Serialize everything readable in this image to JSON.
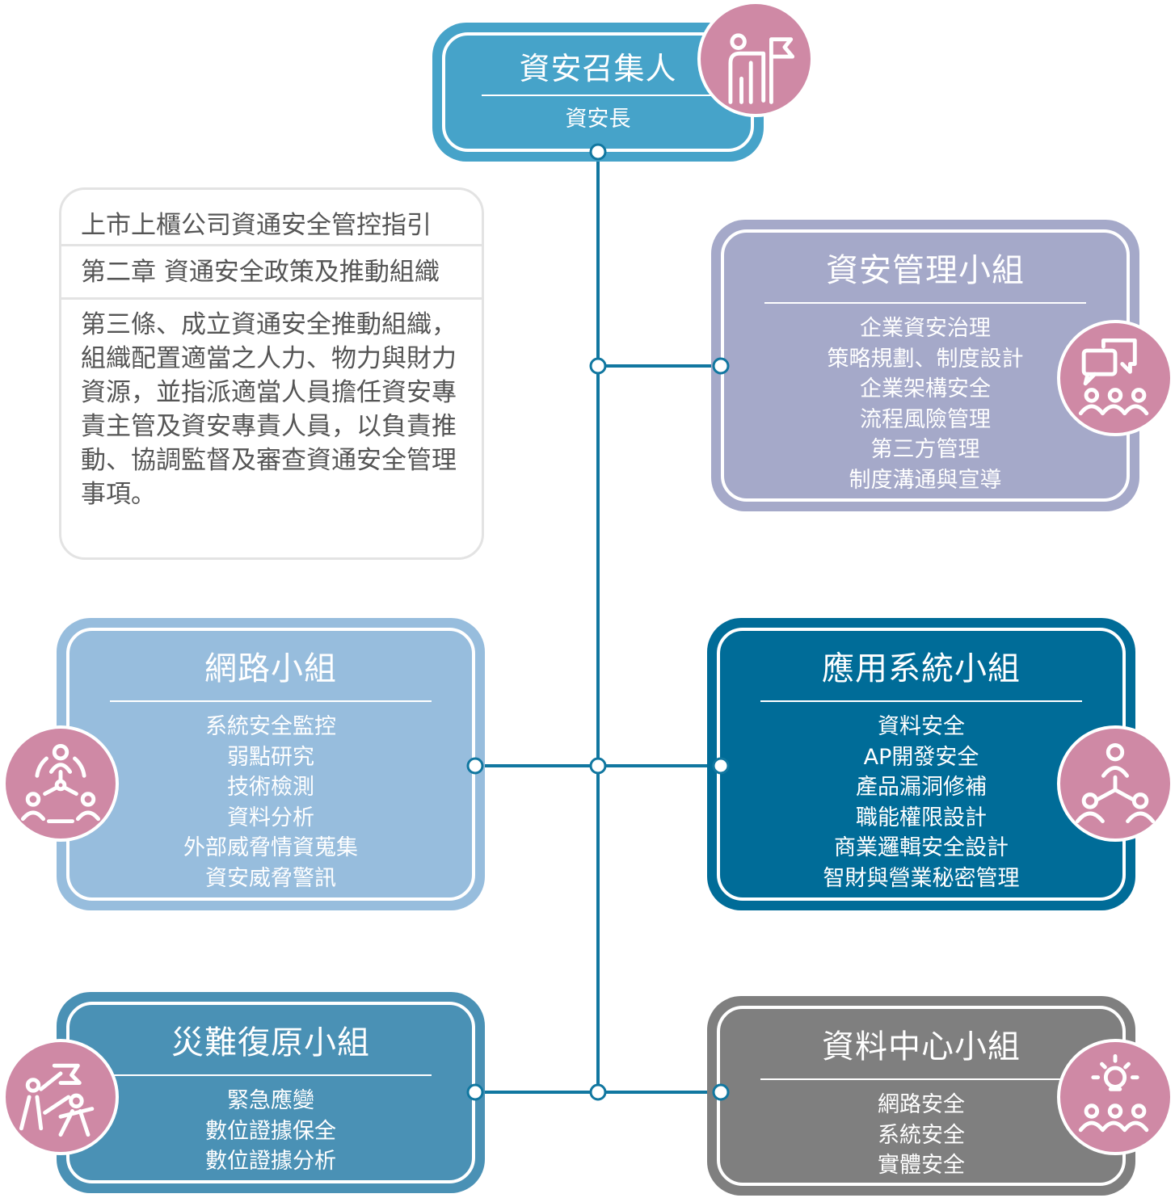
{
  "convener": {
    "title": "資安召集人",
    "subtitle": "資安長"
  },
  "guideline": {
    "title": "上市上櫃公司資通安全管控指引",
    "chapter": "第二章 資通安全政策及推動組織",
    "article": "第三條、成立資通安全推動組織，組織配置適當之人力、物力與財力資源，並指派適當人員擔任資安專責主管及資安專責人員，以負責推動、協調監督及審查資通安全管理事項。"
  },
  "groups": {
    "management": {
      "title": "資安管理小組",
      "items": [
        "企業資安治理",
        "策略規劃、制度設計",
        "企業架構安全",
        "流程風險管理",
        "第三方管理",
        "制度溝通與宣導"
      ],
      "color": "#a5a9c9"
    },
    "network": {
      "title": "網路小組",
      "items": [
        "系統安全監控",
        "弱點研究",
        "技術檢測",
        "資料分析",
        "外部威脅情資蒐集",
        "資安威脅警訊"
      ],
      "color": "#97bddd"
    },
    "application": {
      "title": "應用系統小組",
      "items": [
        "資料安全",
        "AP開發安全",
        "產品漏洞修補",
        "職能權限設計",
        "商業邏輯安全設計",
        "智財與營業秘密管理"
      ],
      "color": "#006c98"
    },
    "recovery": {
      "title": "災難復原小組",
      "items": [
        "緊急應變",
        "數位證據保全",
        "數位證據分析"
      ],
      "color": "#4a91b5"
    },
    "datacenter": {
      "title": "資料中心小組",
      "items": [
        "網路安全",
        "系統安全",
        "實體安全"
      ],
      "color": "#7f7f7f"
    }
  },
  "colors": {
    "line": "#1177a0",
    "icon": "#cf89a5",
    "convener": "#46a3c9"
  }
}
